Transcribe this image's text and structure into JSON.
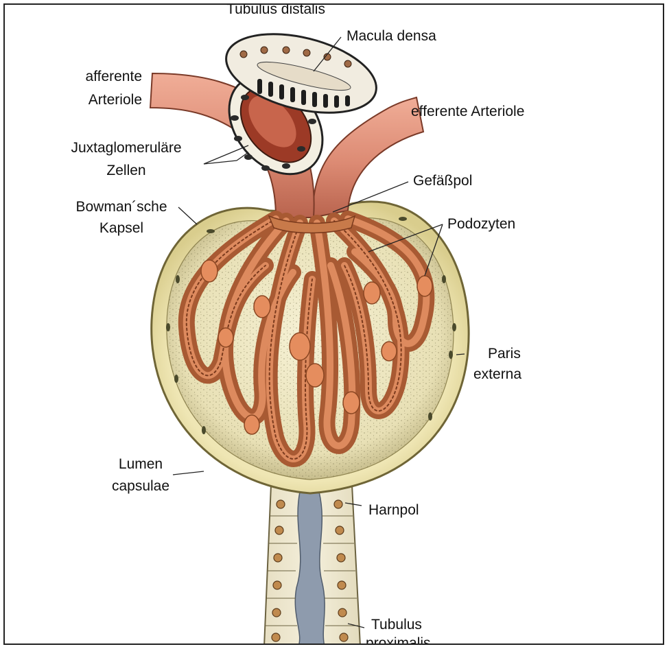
{
  "labels": {
    "tubulus_distalis": "Tubulus distalis",
    "macula_densa": "Macula densa",
    "afferente_arteriole_1": "afferente",
    "afferente_arteriole_2": "Arteriole",
    "efferente_arteriole": "efferente Arteriole",
    "juxtaglomerulaere_1": "Juxtaglomeruläre",
    "juxtaglomerulaere_2": "Zellen",
    "gefaesspol": "Gefäßpol",
    "bowman_1": "Bowman´sche",
    "bowman_2": "Kapsel",
    "podozyten": "Podozyten",
    "paris_externa_1": "Paris",
    "paris_externa_2": "externa",
    "lumen_capsulae_1": "Lumen",
    "lumen_capsulae_2": "capsulae",
    "harnpol": "Harnpol",
    "tubulus_proximalis_1": "Tubulus",
    "tubulus_proximalis_2": "proximalis"
  },
  "colors": {
    "capsule_fill": "#f3ecc0",
    "capsule_edge": "#8a7a3a",
    "lumen_speckle": "#5d5a3c",
    "capillary": "#b2613a",
    "capillary_light": "#e2905e",
    "arteriole": "#e0907a",
    "arteriole_dark": "#b25e4a",
    "tubule_wall": "#ede6cf",
    "tubule_lumen": "#9aa6b4"
  }
}
